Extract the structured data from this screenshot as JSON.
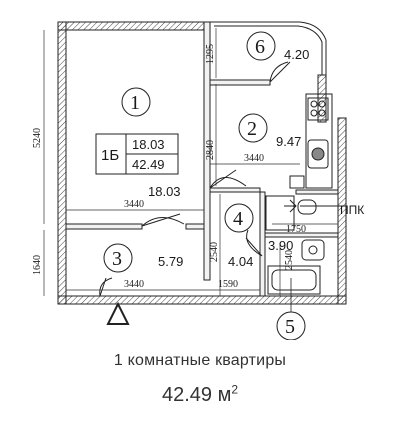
{
  "plan": {
    "type_code": "1Б",
    "type_area": "18.03",
    "type_total": "42.49",
    "rooms": [
      {
        "number": "1",
        "area": "18.03"
      },
      {
        "number": "2",
        "area": "9.47"
      },
      {
        "number": "3",
        "area": "5.79"
      },
      {
        "number": "4",
        "area": "4.04"
      },
      {
        "number": "5",
        "area": "3.90"
      },
      {
        "number": "6",
        "area": "4.20"
      }
    ],
    "dimensions": {
      "room1_height": "5240",
      "room1_width": "3440",
      "balcony_depth": "1295",
      "room2_height": "2840",
      "room2_width": "3440",
      "hall_width": "1750",
      "hall_height": "2540",
      "bath_height": "2540",
      "room3_height": "1640",
      "room3_width": "3440",
      "corridor_width": "1590"
    },
    "ppk_label": "ППК"
  },
  "caption": {
    "subtitle": "1 комнатные квартиры",
    "total_value": "42.49 м",
    "total_sup": "2"
  }
}
